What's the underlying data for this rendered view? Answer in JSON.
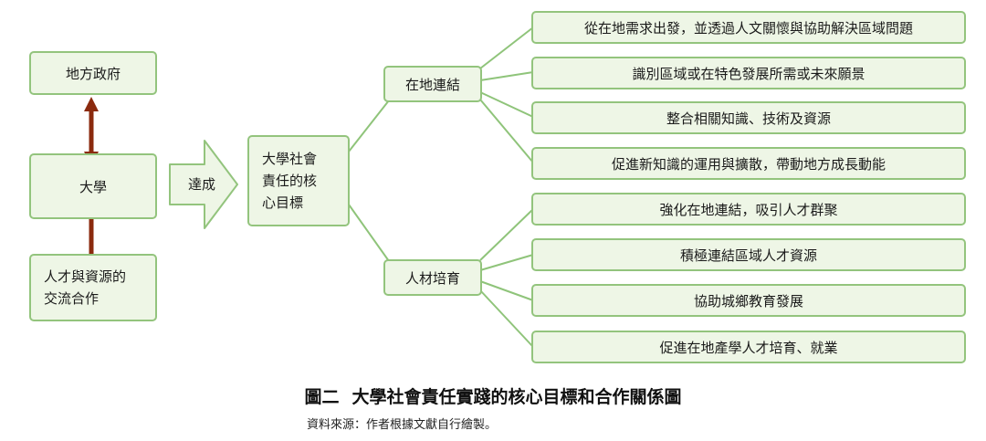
{
  "partners": {
    "government": "地方政府",
    "university": "大學",
    "exchange": "人才與資源的交流合作"
  },
  "achieve_label": "達成",
  "core": "大學社會責任的核心目標",
  "branches": {
    "local": {
      "label": "在地連結",
      "items": [
        "從在地需求出發，並透過人文關懷與協助解決區域問題",
        "識別區域或在特色發展所需或未來願景",
        "整合相關知識、技術及資源",
        "促進新知識的運用與擴散，帶動地方成長動能"
      ]
    },
    "talent": {
      "label": "人材培育",
      "items": [
        "強化在地連結，吸引人才群聚",
        "積極連結區域人才資源",
        "協助城鄉教育發展",
        "促進在地產學人才培育、就業"
      ]
    }
  },
  "caption": {
    "number": "圖二",
    "title": "大學社會責任實踐的核心目標和合作關係圖"
  },
  "source": "資料來源：作者根據文獻自行繪製。",
  "colors": {
    "box_fill": "#eef6e6",
    "box_border": "#93c47d",
    "connector": "#8fc47a",
    "partner_arrow": "#8b2a0e"
  }
}
